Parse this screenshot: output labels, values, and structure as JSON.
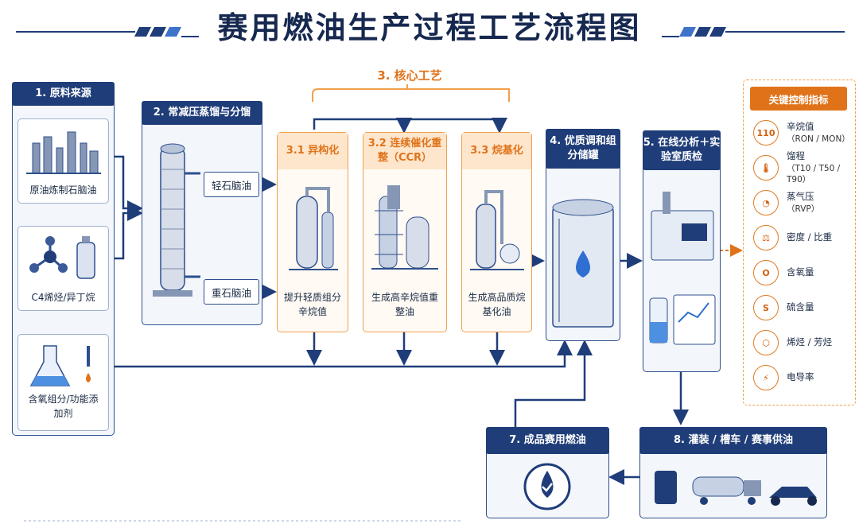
{
  "title": "赛用燃油生产过程工艺流程图",
  "raw": {
    "header": "1. 原料来源",
    "items": [
      "原油炼制石脑油",
      "C4烯烃/异丁烷",
      "含氧组分/功能添加剂"
    ]
  },
  "distill": {
    "header": "2. 常减压蒸馏与分馏",
    "light": "轻石脑油",
    "heavy": "重石脑油"
  },
  "core": {
    "title": "3. 核心工艺",
    "steps": [
      {
        "header": "3.1 异构化",
        "caption": "提升轻质组分辛烷值"
      },
      {
        "header": "3.2 连续催化重整（CCR）",
        "caption": "生成高辛烷值重整油"
      },
      {
        "header": "3.3 烷基化",
        "caption": "生成高品质烷基化油"
      }
    ]
  },
  "blend": {
    "header": "4. 优质调和组分储罐"
  },
  "analysis": {
    "header": "5. 在线分析＋实验室质检"
  },
  "product": {
    "header": "7. 成品赛用燃油"
  },
  "supply": {
    "header": "8. 灌装 / 槽车 / 赛事供油"
  },
  "indicators": {
    "header": "关键控制指标",
    "items": [
      {
        "icon": "110",
        "label": "辛烷值",
        "sub": "（RON / MON）"
      },
      {
        "icon": "thermometer-icon",
        "label": "馏程",
        "sub": "（T10 / T50 / T90）"
      },
      {
        "icon": "gauge-icon",
        "label": "蒸气压",
        "sub": "（RVP）"
      },
      {
        "icon": "balance-icon",
        "label": "密度 / 比重",
        "sub": ""
      },
      {
        "icon": "O",
        "label": "含氧量",
        "sub": ""
      },
      {
        "icon": "S",
        "label": "硫含量",
        "sub": ""
      },
      {
        "icon": "hexagon-icon",
        "label": "烯烃 / 芳烃",
        "sub": ""
      },
      {
        "icon": "lightning-icon",
        "label": "电导率",
        "sub": ""
      }
    ]
  },
  "colors": {
    "navy": "#1f3d79",
    "orange": "#e0731a",
    "accent_blue": "#2f6fd1"
  }
}
